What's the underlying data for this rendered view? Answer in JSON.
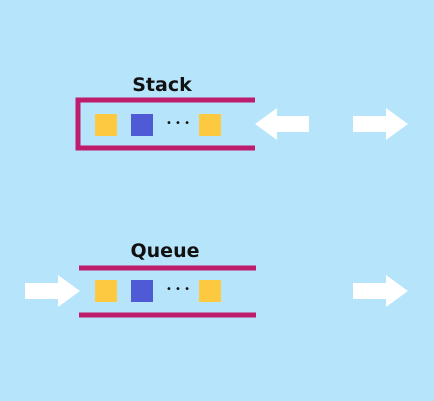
{
  "diagram": {
    "background_color": "#b6e4fb",
    "frame_color": "#be1d6e",
    "arrow_color": "#ffffff",
    "stack": {
      "title": "Stack",
      "items": [
        {
          "kind": "square",
          "color": "#fcc940"
        },
        {
          "kind": "square",
          "color": "#4f5bd5"
        },
        {
          "kind": "ellipsis",
          "text": "• • •"
        },
        {
          "kind": "square",
          "color": "#fcc940"
        }
      ]
    },
    "queue": {
      "title": "Queue",
      "items": [
        {
          "kind": "square",
          "color": "#fcc940"
        },
        {
          "kind": "square",
          "color": "#4f5bd5"
        },
        {
          "kind": "ellipsis",
          "text": "• • •"
        },
        {
          "kind": "square",
          "color": "#fcc940"
        }
      ]
    },
    "arrows": [
      {
        "name": "stack-push-arrow",
        "direction": "left"
      },
      {
        "name": "stack-pop-arrow",
        "direction": "right"
      },
      {
        "name": "queue-enqueue-arrow",
        "direction": "right"
      },
      {
        "name": "queue-dequeue-arrow",
        "direction": "right"
      }
    ]
  }
}
